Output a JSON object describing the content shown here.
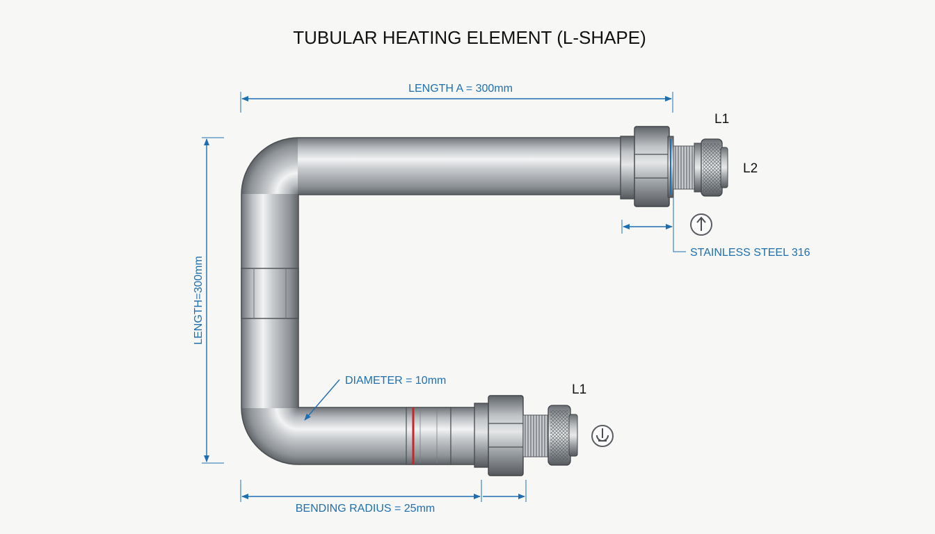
{
  "title": "TUBULAR HEATING ELEMENT (L-SHAPE)",
  "dimensions": {
    "length_a": "LENGTH A = 300mm",
    "length_vertical": "LENGTH=300mm",
    "diameter": "DIAMETER = 10mm",
    "bending_radius": "BENDING RADIUS = 25mm",
    "material": "STAINLESS STEEL 316"
  },
  "terminals": {
    "top_l1": "L1",
    "top_l2": "L2",
    "bottom_l1": "L1"
  },
  "symbols": {
    "top_symbol": "arrow-up-circle-icon",
    "bottom_symbol": "ground-circle-icon"
  },
  "colors": {
    "dimension": "#1f6fb0",
    "steel": "#9ea3a8",
    "marker": "#c62828"
  }
}
